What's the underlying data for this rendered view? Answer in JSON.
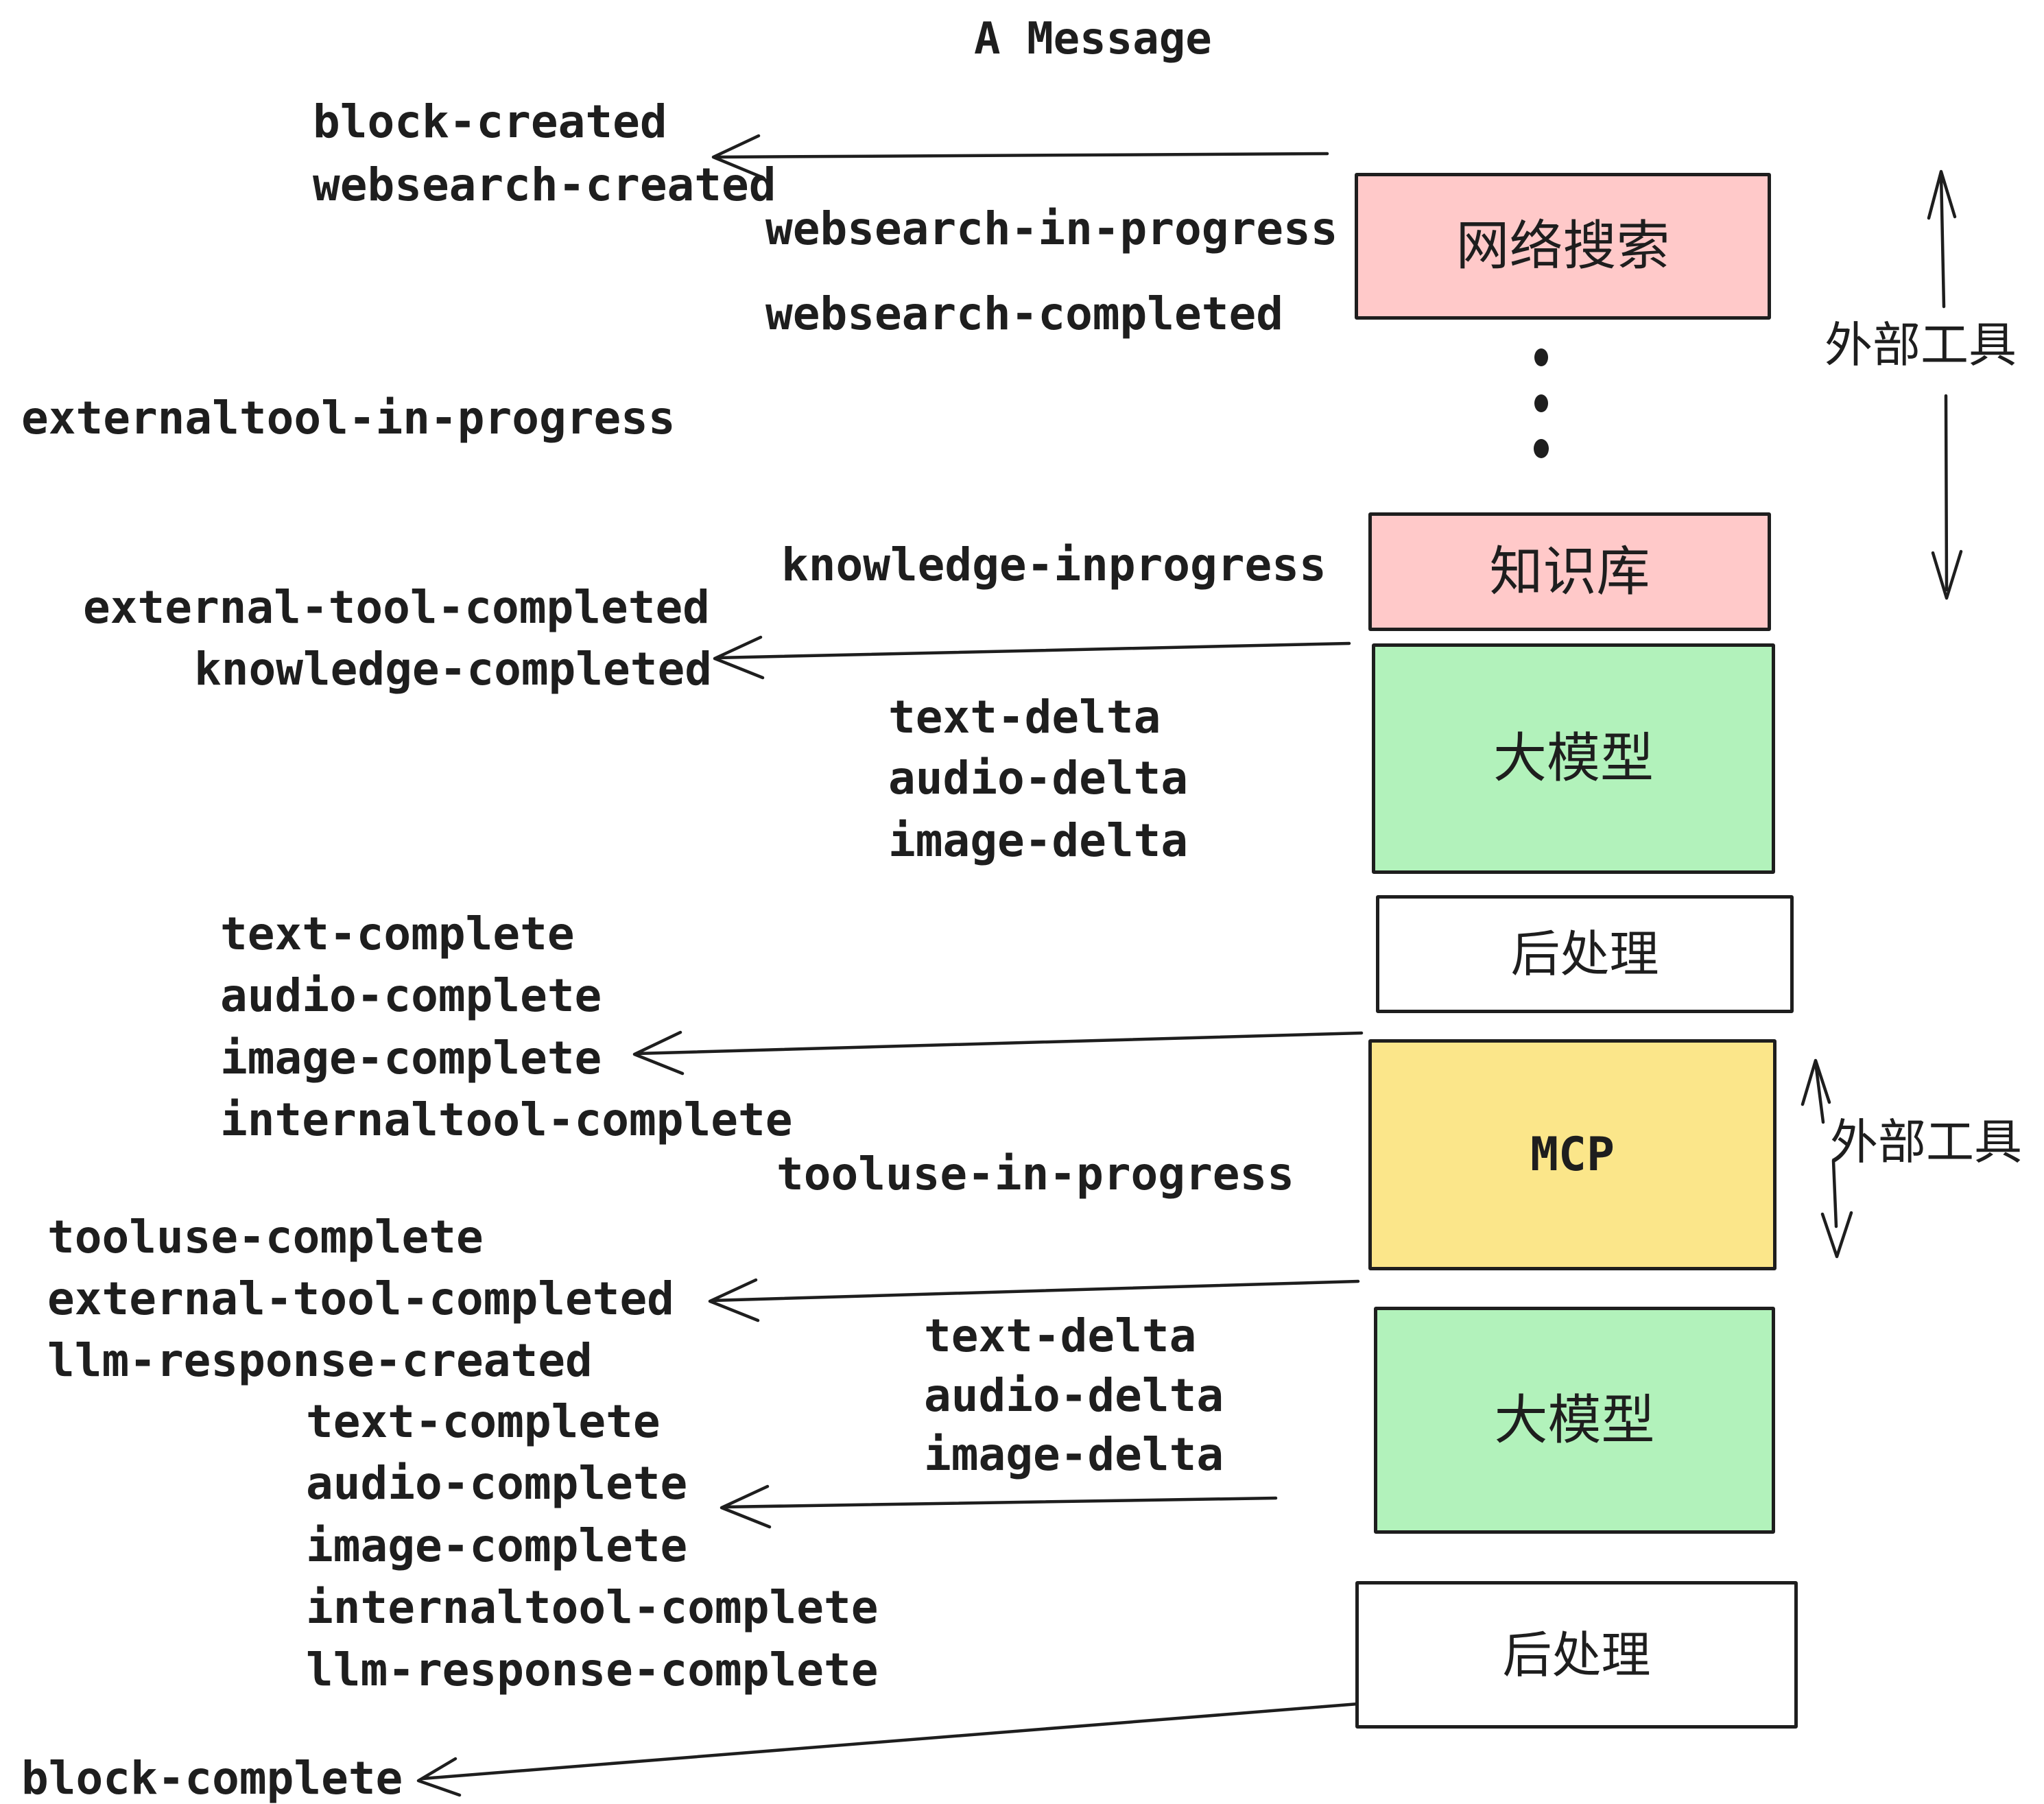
{
  "title": "A Message",
  "events": [
    {
      "text": "block-created"
    },
    {
      "text": "websearch-created"
    },
    {
      "text": "websearch-in-progress"
    },
    {
      "text": "websearch-completed"
    },
    {
      "text": "externaltool-in-progress"
    },
    {
      "text": "knowledge-inprogress"
    },
    {
      "text": "external-tool-completed"
    },
    {
      "text": "knowledge-completed"
    },
    {
      "text": "text-delta"
    },
    {
      "text": "audio-delta"
    },
    {
      "text": "image-delta"
    },
    {
      "text": "text-complete"
    },
    {
      "text": "audio-complete"
    },
    {
      "text": "image-complete"
    },
    {
      "text": "internaltool-complete"
    },
    {
      "text": "tooluse-in-progress"
    },
    {
      "text": "tooluse-complete"
    },
    {
      "text": "external-tool-completed"
    },
    {
      "text": "llm-response-created"
    },
    {
      "text": "text-delta"
    },
    {
      "text": "audio-delta"
    },
    {
      "text": "image-delta"
    },
    {
      "text": "text-complete"
    },
    {
      "text": "audio-complete"
    },
    {
      "text": "image-complete"
    },
    {
      "text": "internaltool-complete"
    },
    {
      "text": "llm-response-complete"
    },
    {
      "text": "block-complete"
    }
  ],
  "boxes": [
    {
      "id": "websearch",
      "label": "网络搜索",
      "fill": "pink"
    },
    {
      "id": "knowledge",
      "label": "知识库",
      "fill": "pink"
    },
    {
      "id": "llm-1",
      "label": "大模型",
      "fill": "green"
    },
    {
      "id": "postprocess-1",
      "label": "后处理",
      "fill": "white"
    },
    {
      "id": "mcp",
      "label": "MCP",
      "fill": "yellow"
    },
    {
      "id": "llm-2",
      "label": "大模型",
      "fill": "green"
    },
    {
      "id": "postprocess-2",
      "label": "后处理",
      "fill": "white"
    }
  ],
  "side_labels": [
    {
      "text": "外部工具"
    },
    {
      "text": "外部工具"
    }
  ],
  "colors": {
    "stroke": "#1e1e1e",
    "background": "#ffffff",
    "box_pink": "#ffc9c9",
    "box_green": "#b2f2bb",
    "box_yellow": "#fbe68a",
    "box_white": "#ffffff"
  }
}
